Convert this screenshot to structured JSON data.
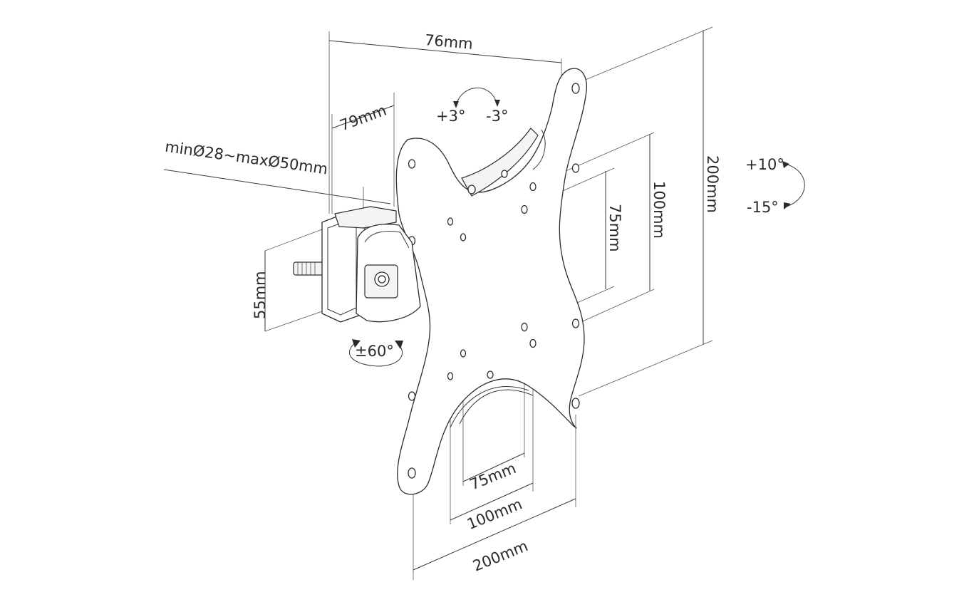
{
  "dimensions": {
    "depth_76": "76mm",
    "depth_79": "79mm",
    "pole_range": "minØ28~maxØ50mm",
    "clamp_55": "55mm",
    "vert_100": "100mm",
    "vert_75": "75mm",
    "vert_200": "200mm",
    "horiz_75": "75mm",
    "horiz_100": "100mm",
    "horiz_200": "200mm"
  },
  "angles": {
    "rotate_plus": "+3°",
    "rotate_minus": "-3°",
    "tilt_plus": "+10°",
    "tilt_minus": "-15°",
    "swivel": "±60°"
  }
}
